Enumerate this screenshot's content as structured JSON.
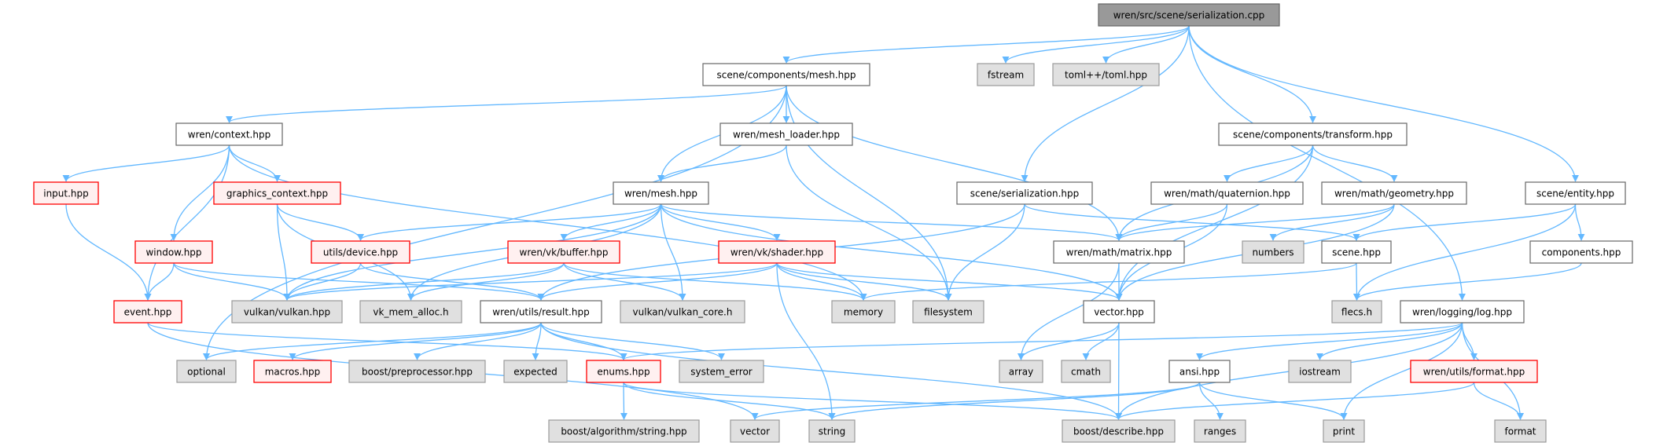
{
  "graph": {
    "title": "wren/src/scene/serialization.cpp",
    "colors": {
      "edge": "#63b8ff",
      "root_fill": "#999999",
      "root_border": "#666666",
      "normal_fill": "#ffffff",
      "normal_border": "#666666",
      "external_fill": "#e0e0e0",
      "external_border": "#999999",
      "red_fill": "#fff0f0",
      "red_border": "#ff0000"
    },
    "nodes": [
      {
        "id": "root",
        "label": "wren/src/scene/serialization.cpp",
        "style": "root"
      },
      {
        "id": "cmesh",
        "label": "scene/components/mesh.hpp",
        "style": "normal"
      },
      {
        "id": "fstream",
        "label": "fstream",
        "style": "external"
      },
      {
        "id": "toml",
        "label": "toml++/toml.hpp",
        "style": "external"
      },
      {
        "id": "context",
        "label": "wren/context.hpp",
        "style": "normal"
      },
      {
        "id": "meshloader",
        "label": "wren/mesh_loader.hpp",
        "style": "normal"
      },
      {
        "id": "transform",
        "label": "scene/components/transform.hpp",
        "style": "normal"
      },
      {
        "id": "input",
        "label": "input.hpp",
        "style": "red"
      },
      {
        "id": "gfx",
        "label": "graphics_context.hpp",
        "style": "red"
      },
      {
        "id": "wmesh",
        "label": "wren/mesh.hpp",
        "style": "normal"
      },
      {
        "id": "sser",
        "label": "scene/serialization.hpp",
        "style": "normal"
      },
      {
        "id": "quat",
        "label": "wren/math/quaternion.hpp",
        "style": "normal"
      },
      {
        "id": "geom",
        "label": "wren/math/geometry.hpp",
        "style": "normal"
      },
      {
        "id": "entity",
        "label": "scene/entity.hpp",
        "style": "normal"
      },
      {
        "id": "window",
        "label": "window.hpp",
        "style": "red"
      },
      {
        "id": "device",
        "label": "utils/device.hpp",
        "style": "red"
      },
      {
        "id": "buffer",
        "label": "wren/vk/buffer.hpp",
        "style": "red"
      },
      {
        "id": "shader",
        "label": "wren/vk/shader.hpp",
        "style": "red"
      },
      {
        "id": "matrix",
        "label": "wren/math/matrix.hpp",
        "style": "normal"
      },
      {
        "id": "numbers",
        "label": "numbers",
        "style": "external"
      },
      {
        "id": "scene",
        "label": "scene.hpp",
        "style": "normal"
      },
      {
        "id": "components",
        "label": "components.hpp",
        "style": "normal"
      },
      {
        "id": "event",
        "label": "event.hpp",
        "style": "red"
      },
      {
        "id": "vulkan",
        "label": "vulkan/vulkan.hpp",
        "style": "external"
      },
      {
        "id": "vma",
        "label": "vk_mem_alloc.h",
        "style": "external"
      },
      {
        "id": "result",
        "label": "wren/utils/result.hpp",
        "style": "normal"
      },
      {
        "id": "vkcore",
        "label": "vulkan/vulkan_core.h",
        "style": "external"
      },
      {
        "id": "memory",
        "label": "memory",
        "style": "external"
      },
      {
        "id": "filesystem",
        "label": "filesystem",
        "style": "external"
      },
      {
        "id": "vectorhpp",
        "label": "vector.hpp",
        "style": "normal"
      },
      {
        "id": "flecs",
        "label": "flecs.h",
        "style": "external"
      },
      {
        "id": "log",
        "label": "wren/logging/log.hpp",
        "style": "normal"
      },
      {
        "id": "optional",
        "label": "optional",
        "style": "external"
      },
      {
        "id": "macros",
        "label": "macros.hpp",
        "style": "red"
      },
      {
        "id": "bpp",
        "label": "boost/preprocessor.hpp",
        "style": "external"
      },
      {
        "id": "expected",
        "label": "expected",
        "style": "external"
      },
      {
        "id": "enums",
        "label": "enums.hpp",
        "style": "red"
      },
      {
        "id": "syserr",
        "label": "system_error",
        "style": "external"
      },
      {
        "id": "array",
        "label": "array",
        "style": "external"
      },
      {
        "id": "cmath",
        "label": "cmath",
        "style": "external"
      },
      {
        "id": "ansi",
        "label": "ansi.hpp",
        "style": "normal"
      },
      {
        "id": "iostream",
        "label": "iostream",
        "style": "external"
      },
      {
        "id": "wformat",
        "label": "wren/utils/format.hpp",
        "style": "red"
      },
      {
        "id": "balgo",
        "label": "boost/algorithm/string.hpp",
        "style": "external"
      },
      {
        "id": "vector",
        "label": "vector",
        "style": "external"
      },
      {
        "id": "string",
        "label": "string",
        "style": "external"
      },
      {
        "id": "bdesc",
        "label": "boost/describe.hpp",
        "style": "external"
      },
      {
        "id": "ranges",
        "label": "ranges",
        "style": "external"
      },
      {
        "id": "print",
        "label": "print",
        "style": "external"
      },
      {
        "id": "format",
        "label": "format",
        "style": "external"
      }
    ],
    "edges": [
      [
        "root",
        "cmesh"
      ],
      [
        "root",
        "fstream"
      ],
      [
        "root",
        "toml"
      ],
      [
        "root",
        "sser"
      ],
      [
        "root",
        "transform"
      ],
      [
        "root",
        "entity"
      ],
      [
        "root",
        "log"
      ],
      [
        "cmesh",
        "context"
      ],
      [
        "cmesh",
        "optional"
      ],
      [
        "cmesh",
        "meshloader"
      ],
      [
        "cmesh",
        "wmesh"
      ],
      [
        "cmesh",
        "filesystem"
      ],
      [
        "cmesh",
        "matrix"
      ],
      [
        "context",
        "input"
      ],
      [
        "context",
        "gfx"
      ],
      [
        "context",
        "window"
      ],
      [
        "context",
        "event"
      ],
      [
        "context",
        "memory"
      ],
      [
        "meshloader",
        "wmesh"
      ],
      [
        "meshloader",
        "filesystem"
      ],
      [
        "input",
        "event"
      ],
      [
        "gfx",
        "device"
      ],
      [
        "gfx",
        "vulkan"
      ],
      [
        "gfx",
        "vma"
      ],
      [
        "wmesh",
        "device"
      ],
      [
        "wmesh",
        "buffer"
      ],
      [
        "wmesh",
        "shader"
      ],
      [
        "wmesh",
        "vulkan"
      ],
      [
        "wmesh",
        "vma"
      ],
      [
        "wmesh",
        "vkcore"
      ],
      [
        "wmesh",
        "matrix"
      ],
      [
        "wmesh",
        "vectorhpp"
      ],
      [
        "window",
        "event"
      ],
      [
        "window",
        "vulkan"
      ],
      [
        "window",
        "result"
      ],
      [
        "device",
        "vulkan"
      ],
      [
        "device",
        "result"
      ],
      [
        "buffer",
        "vulkan"
      ],
      [
        "buffer",
        "vma"
      ],
      [
        "buffer",
        "vkcore"
      ],
      [
        "buffer",
        "memory"
      ],
      [
        "shader",
        "vulkan"
      ],
      [
        "shader",
        "result"
      ],
      [
        "shader",
        "memory"
      ],
      [
        "shader",
        "filesystem"
      ],
      [
        "shader",
        "vectorhpp"
      ],
      [
        "shader",
        "string"
      ],
      [
        "event",
        "enums"
      ],
      [
        "event",
        "vector"
      ],
      [
        "result",
        "optional"
      ],
      [
        "result",
        "macros"
      ],
      [
        "result",
        "bpp"
      ],
      [
        "result",
        "expected"
      ],
      [
        "result",
        "enums"
      ],
      [
        "result",
        "syserr"
      ],
      [
        "result",
        "bdesc"
      ],
      [
        "enums",
        "balgo"
      ],
      [
        "enums",
        "string"
      ],
      [
        "enums",
        "bdesc"
      ],
      [
        "sser",
        "result"
      ],
      [
        "sser",
        "filesystem"
      ],
      [
        "sser",
        "scene"
      ],
      [
        "transform",
        "matrix"
      ],
      [
        "transform",
        "quat"
      ],
      [
        "transform",
        "geom"
      ],
      [
        "transform",
        "vectorhpp"
      ],
      [
        "quat",
        "matrix"
      ],
      [
        "quat",
        "vectorhpp"
      ],
      [
        "geom",
        "matrix"
      ],
      [
        "geom",
        "numbers"
      ],
      [
        "geom",
        "vectorhpp"
      ],
      [
        "entity",
        "scene"
      ],
      [
        "entity",
        "components"
      ],
      [
        "entity",
        "flecs"
      ],
      [
        "matrix",
        "vectorhpp"
      ],
      [
        "matrix",
        "array"
      ],
      [
        "scene",
        "memory"
      ],
      [
        "scene",
        "flecs"
      ],
      [
        "components",
        "flecs"
      ],
      [
        "vectorhpp",
        "array"
      ],
      [
        "vectorhpp",
        "cmath"
      ],
      [
        "vectorhpp",
        "bdesc"
      ],
      [
        "log",
        "enums"
      ],
      [
        "log",
        "ansi"
      ],
      [
        "log",
        "iostream"
      ],
      [
        "log",
        "wformat"
      ],
      [
        "log",
        "print"
      ],
      [
        "log",
        "format"
      ],
      [
        "log",
        "bdesc"
      ],
      [
        "ansi",
        "vector"
      ],
      [
        "ansi",
        "string"
      ],
      [
        "ansi",
        "ranges"
      ],
      [
        "ansi",
        "print"
      ],
      [
        "wformat",
        "bdesc"
      ],
      [
        "wformat",
        "format"
      ]
    ]
  }
}
